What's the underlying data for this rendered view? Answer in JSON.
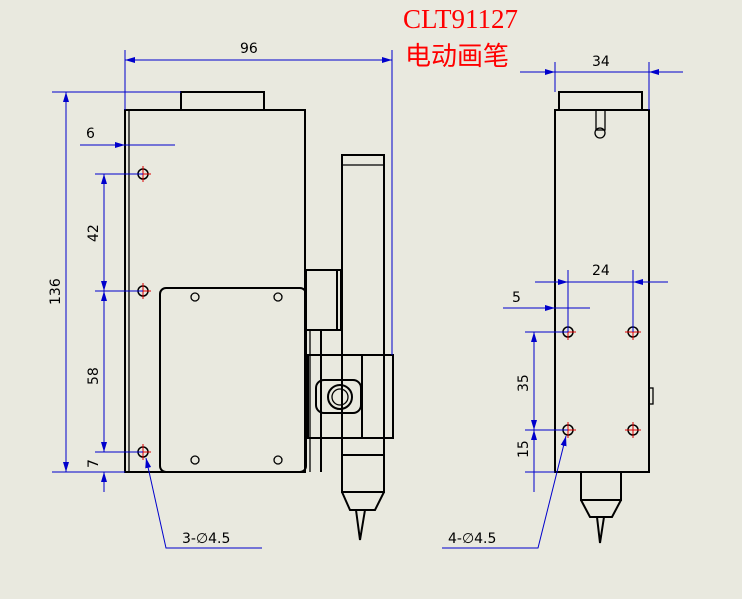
{
  "title": {
    "part_number": "CLT91127",
    "name": "电动画笔"
  },
  "front_view": {
    "dims": {
      "width": "96",
      "height": "136",
      "hole_offset_x": "6",
      "hole_pitch_top": "42",
      "hole_pitch_bottom": "58",
      "hole_offset_bottom": "7"
    },
    "callout": "3-∅4.5"
  },
  "side_view": {
    "dims": {
      "width": "34",
      "hole_pitch_x": "24",
      "hole_offset_x": "5",
      "hole_pitch_y": "35",
      "hole_offset_bottom": "15"
    },
    "callout": "4-∅4.5"
  },
  "colors": {
    "background": "#e9e9df",
    "title": "#ff0000",
    "dimension": "#0000cc",
    "geometry": "#000000"
  }
}
